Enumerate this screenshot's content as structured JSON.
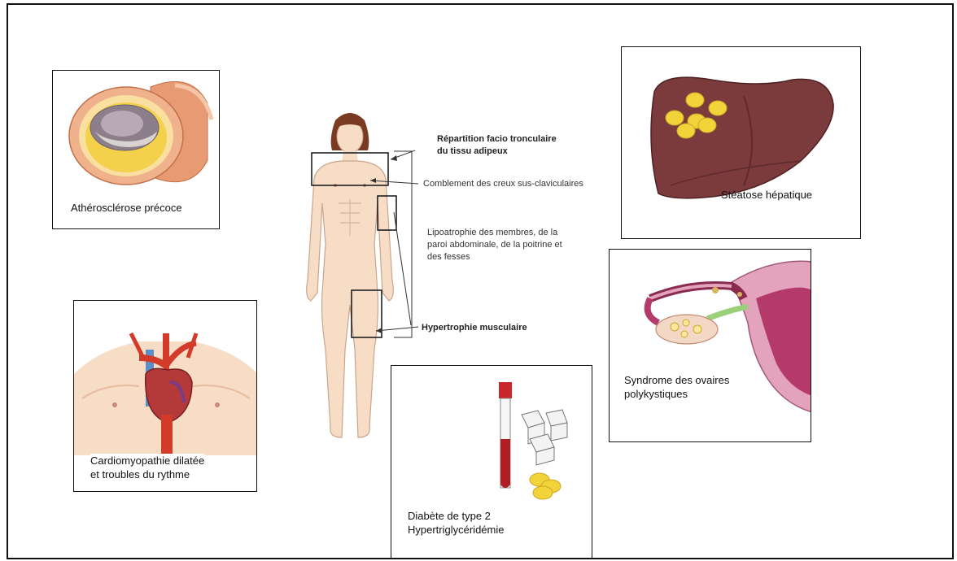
{
  "figure": {
    "panels": {
      "atherosclerosis": {
        "caption": "Athérosclérose précoce",
        "icon": "artery-cross-section-icon"
      },
      "cardiomyopathy": {
        "caption_line1": "Cardiomyopathie dilatée",
        "caption_line2": "et troubles du rythme",
        "icon": "heart-torso-icon"
      },
      "steatosis": {
        "caption": "Stéatose hépatique",
        "icon": "fatty-liver-icon"
      },
      "pcos": {
        "caption_line1": "Syndrome des ovaires",
        "caption_line2": "polykystiques",
        "icon": "uterus-ovary-icon"
      },
      "diabetes": {
        "caption_line1": "Diabète de type 2",
        "caption_line2": "Hypertriglycéridémie",
        "icon": "blood-tube-sugar-icon"
      }
    },
    "annotations": {
      "fat_distribution_line1": "Répartition facio tronculaire",
      "fat_distribution_line2": "du tissu adipeux",
      "supraclavicular": "Comblement des creux sus-claviculaires",
      "lipoatrophy_line1": "Lipoatrophie des membres, de la",
      "lipoatrophy_line2": "paroi abdominale, de la poitrine et",
      "lipoatrophy_line3": "des fesses",
      "muscle": "Hypertrophie musculaire"
    },
    "colors": {
      "skin": "#f7dcc6",
      "hair": "#7a3b22",
      "liver": "#7b3a3c",
      "fat": "#f2d43a",
      "artery": "#e9a07a",
      "blood": "#c8262b",
      "uterus": "#d98aa8"
    }
  }
}
